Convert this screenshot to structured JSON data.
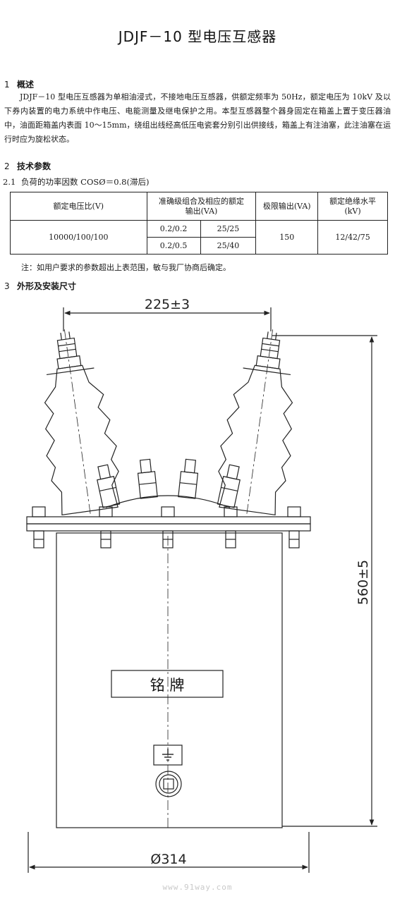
{
  "title": "JDJF－10 型电压互感器",
  "section1": {
    "num": "1",
    "heading": "概述",
    "body": "JDJF－10 型电压互感器为单相油浸式，不接地电压互感器，供额定频率为 50Hz，额定电压为 10kV 及以下券内装置的电力系统中作电压、电能测量及继电保护之用。本型互感器整个器身固定在箱盖上置于变压器油中，油面距箱盖内表面 10～15mm，绕组出线经高低压电瓷套分别引出供接线，箱盖上有注油塞，此注油塞在运行时应为旋松状态。"
  },
  "section2": {
    "num": "2",
    "heading": "技术参数",
    "sub": {
      "num": "2.1",
      "text": "负荷的功率因数 COSØ＝0.8(滞后)"
    }
  },
  "table": {
    "headers": {
      "ratio": "额定电压比(V)",
      "accuracy": "准确级组合及相应的额定输出(VA)",
      "limit": "极限输出(VA)",
      "insulation": "额定绝缘水平(kV)"
    },
    "ratio": "10000/100/100",
    "rows": [
      {
        "class": "0.2/0.2",
        "output": "25/25"
      },
      {
        "class": "0.2/0.5",
        "output": "25/40"
      }
    ],
    "limit": "150",
    "insulation": "12/42/75"
  },
  "note": "注：如用户要求的参数超出上表范围，敏与我厂协商后确定。",
  "section3": {
    "num": "3",
    "heading": "外形及安装尺寸"
  },
  "drawing": {
    "dim_top": "225±3",
    "dim_height": "560±5",
    "dim_diameter": "Ø314",
    "nameplate": "铭 牌",
    "ground_icon": "ground-icon"
  },
  "watermark": "www.91way.com"
}
